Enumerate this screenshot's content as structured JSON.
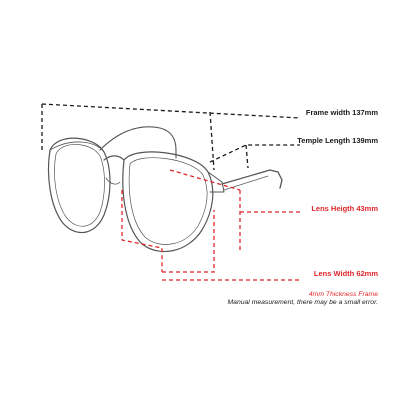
{
  "annotations": {
    "frame_width": "Frame width 137mm",
    "temple_length": "Temple Length 139mm",
    "lens_height": "Lens Heigth 43mm",
    "lens_width": "Lens Width 62mm",
    "thickness": "4mm Thickness Frame",
    "disclaimer": "Manual measurement, there may be a small error."
  },
  "colors": {
    "dimension_black": "#1a1a1a",
    "dimension_red": "#e0262b",
    "frame_outline": "#555555",
    "background": "#ffffff"
  }
}
